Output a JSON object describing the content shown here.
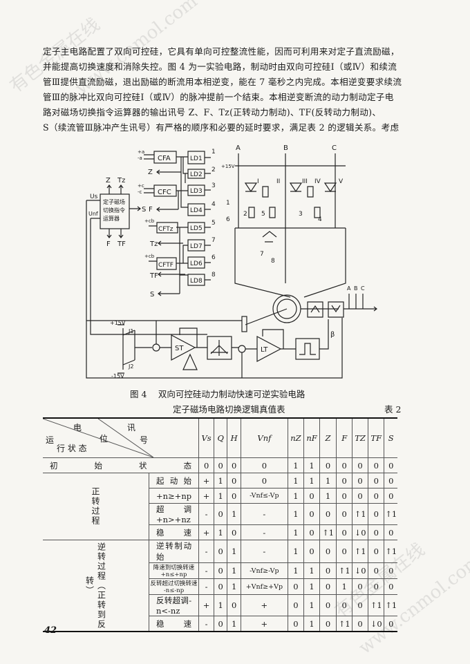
{
  "paragraph": [
    "定子主电路配置了双向可控硅，它具有单向可控整流性能，因而可利用来对定子直流励磁，",
    "并能提高切换速度和消除失控。图 4 为一实验电路，制动时由双向可控硅Ⅰ（或Ⅳ）和续流",
    "管Ⅲ提供直流励磁，退出励磁的断流用本相逆变，能在 7 毫秒之内完成。本相逆变要求续流",
    "管Ⅲ的脉冲比双向可控硅Ⅰ（或Ⅳ）的脉冲提前一个结束。本相逆变断流的动力制动定子电",
    "路对磁场切换指令运算器的输出讯号 Z、F、Tz(正转动力制动)、TF(反转动力制动)、",
    "S（续流管Ⅲ脉冲产生讯号）有严格的顺序和必要的延时要求，满足表 2 的逻辑关系。考虑"
  ],
  "figure": {
    "caption": "图 4　 双向可控硅动力制动快速可逆实验电路",
    "controller_label": [
      "定子磁场",
      "切换指令",
      "运算器"
    ],
    "controller_inputs": [
      "Us",
      "Unf"
    ],
    "controller_outputs": [
      "Z",
      "Tz",
      "S",
      "F",
      "F",
      "TF"
    ],
    "phases": [
      "A",
      "B",
      "C"
    ],
    "phases_right": [
      "A",
      "B",
      "C"
    ],
    "comparators": [
      "CFA",
      "CFC",
      "CFTz",
      "CFTF"
    ],
    "comparator_inputs": [
      "+a",
      "-a",
      "+c",
      "-c",
      "+cb",
      "+cb"
    ],
    "logic_gates": [
      "LD1",
      "LD2",
      "LD3",
      "LD4",
      "LD5",
      "LD7",
      "LD6",
      "LD8"
    ],
    "gate_outputs": [
      "1",
      "2",
      "3",
      "4",
      "5",
      "7",
      "6",
      "8"
    ],
    "signal_outs": [
      "Z",
      "F",
      "Tz",
      "TF",
      "S"
    ],
    "thyristors": [
      "I",
      "II",
      "III",
      "IV",
      "V"
    ],
    "bridge_labels": [
      "+15V",
      "1",
      "6",
      "2",
      "5",
      "3",
      "4",
      "7",
      "8"
    ],
    "loop": {
      "plus": "+15V",
      "minus": "-15V",
      "j1": "J1",
      "j2": "J2",
      "st": "ST",
      "lt": "LT",
      "beta": "β"
    }
  },
  "table": {
    "title": "定子磁场电路切换逻辑真值表",
    "number": "表 2",
    "corner": {
      "a": "讯",
      "b": "号",
      "c": "电",
      "d": "位",
      "e": "运",
      "f": "行 状 态"
    },
    "columns": [
      "Vs",
      "Q",
      "H",
      "Vnf",
      "nZ",
      "nF",
      "Z",
      "F",
      "TZ",
      "TF",
      "S"
    ],
    "rows": [
      {
        "state": "初始状态",
        "values": [
          "0",
          "0",
          "0",
          "0",
          "1",
          "1",
          "0",
          "0",
          "0",
          "0",
          "0"
        ]
      },
      {
        "group": "正转过程",
        "state": "起动始",
        "values": [
          "+",
          "1",
          "0",
          "0",
          "1",
          "1",
          "1",
          "0",
          "0",
          "0",
          "0"
        ]
      },
      {
        "state": "+n≥+np",
        "values": [
          "+",
          "1",
          "0",
          "-Vnf≤-Vp",
          "1",
          "0",
          "1",
          "0",
          "0",
          "0",
          "0"
        ]
      },
      {
        "state": "超调+n>+nz",
        "values": [
          "-",
          "0",
          "1",
          "-",
          "1",
          "0",
          "0",
          "0",
          "↑1",
          "0",
          "↑1"
        ]
      },
      {
        "state": "稳速",
        "values": [
          "+",
          "1",
          "0",
          "-",
          "1",
          "0",
          "↑1",
          "0",
          "↓0",
          "0",
          "0"
        ]
      },
      {
        "group": "逆转过程（正转到反转）",
        "state": "逆转制动始",
        "values": [
          "-",
          "0",
          "1",
          "-",
          "1",
          "0",
          "0",
          "0",
          "↑1",
          "0",
          "↑1"
        ]
      },
      {
        "state": "降速到切换转速 +n≤+np",
        "values": [
          "-",
          "0",
          "1",
          "-Vnf≥-Vp",
          "1",
          "1",
          "0",
          "↑1",
          "↓0",
          "0",
          "0"
        ]
      },
      {
        "state": "反转超过切换转速 -n≤-np",
        "values": [
          "-",
          "0",
          "1",
          "+Vnf≥+Vp",
          "0",
          "1",
          "0",
          "1",
          "0",
          "0",
          "0"
        ]
      },
      {
        "state": "反转超调-n<-nz",
        "values": [
          "+",
          "1",
          "0",
          "+",
          "0",
          "1",
          "0",
          "0",
          "0",
          "↑1",
          "↑1"
        ]
      },
      {
        "state": "稳速",
        "values": [
          "-",
          "0",
          "1",
          "+",
          "0",
          "1",
          "0",
          "↑1",
          "0",
          "↓0",
          "0"
        ]
      }
    ]
  },
  "page_number": "42",
  "watermark": [
    "有色金属在线",
    "www.cnmol.com"
  ]
}
